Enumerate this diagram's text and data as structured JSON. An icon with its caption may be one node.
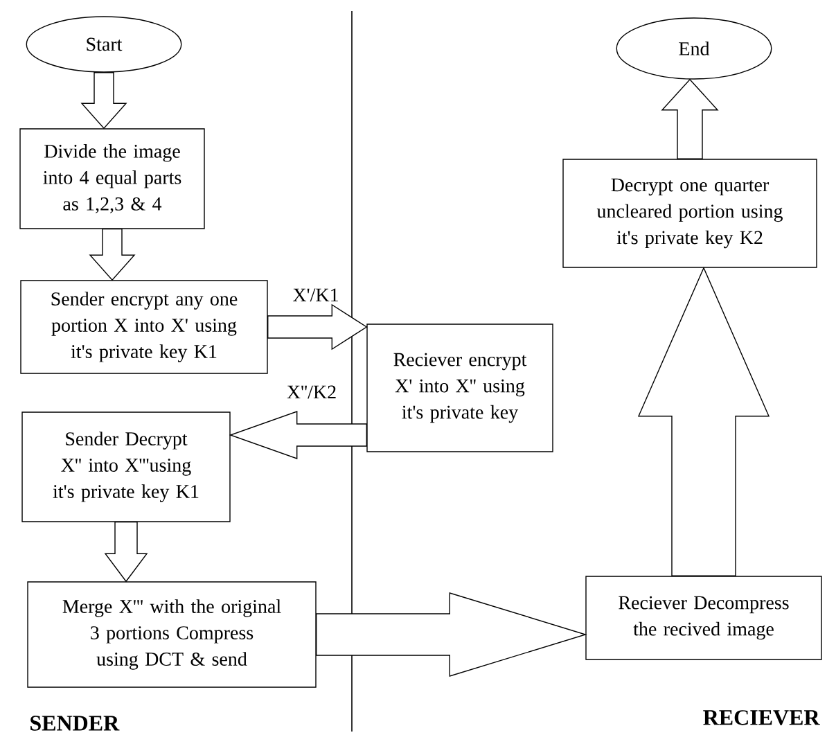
{
  "diagram": {
    "nodes": [
      {
        "text": [
          "Start"
        ]
      },
      {
        "text": [
          "Divide the image into 4 equal parts as 1,2,3 & 4"
        ]
      },
      {
        "text": [
          "Sender encrypt any one portion X into X' using it's private key K1"
        ]
      },
      {
        "text": [
          "Reciever encrypt X' into X'' using it's private key"
        ]
      },
      {
        "text": [
          "Sender Decrypt X'' into X'''using it's private key K1"
        ]
      },
      {
        "text": [
          "Merge X''' with the original 3 portions  Compress using DCT & send"
        ]
      },
      {
        "text": [
          "Reciever Decompress the recived image"
        ]
      },
      {
        "text": [
          "Decrypt one quarter uncleared portion using it's private key K2"
        ]
      },
      {
        "text": [
          "End"
        ]
      }
    ],
    "edges": [
      {
        "from": 0,
        "to": 1,
        "arrow": "to"
      },
      {
        "from": 1,
        "to": 2,
        "arrow": "to"
      },
      {
        "from": 2,
        "to": 3,
        "arrow": "to",
        "label": "X'/K1"
      },
      {
        "from": 3,
        "to": 4,
        "arrow": "to",
        "label": "X''/K2"
      },
      {
        "from": 4,
        "to": 5,
        "arrow": "to"
      },
      {
        "from": 5,
        "to": 6,
        "arrow": "to"
      },
      {
        "from": 6,
        "to": 7,
        "arrow": "to"
      },
      {
        "from": 7,
        "to": 8,
        "arrow": "to"
      }
    ],
    "labels": [
      "SENDER",
      "RECIEVER"
    ]
  }
}
